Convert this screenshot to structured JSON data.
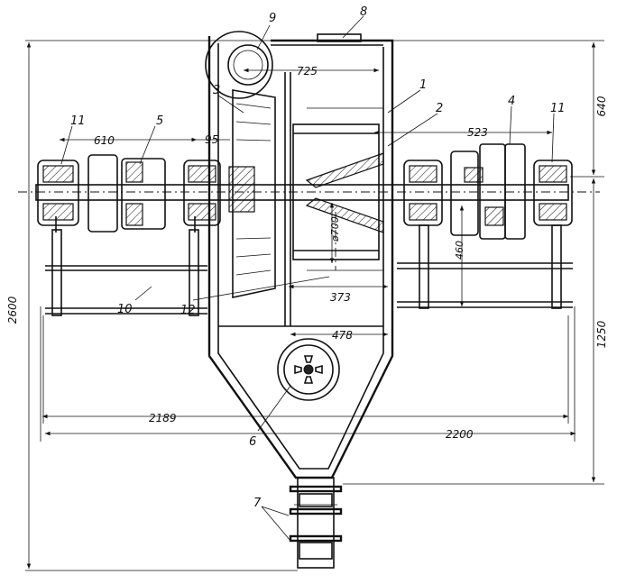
{
  "dimensions": {
    "overall_height": "2600",
    "upper_height": "640",
    "lower_height": "1250",
    "fan_offset": "725",
    "pulley_span": "610",
    "shaft_gap": "95",
    "right_span": "523",
    "bore_dia": "ø700",
    "bore_depth": "460",
    "rotor_width": "373",
    "outlet_width": "478",
    "frame_width": "2189",
    "total_width": "2200"
  },
  "callouts": {
    "c1": "1",
    "c2": "2",
    "c3": "3",
    "c4": "4",
    "c5": "5",
    "c6": "6",
    "c7": "7",
    "c8": "8",
    "c9": "9",
    "c10": "10",
    "c11_left": "11",
    "c11_right": "11",
    "c12": "12"
  }
}
